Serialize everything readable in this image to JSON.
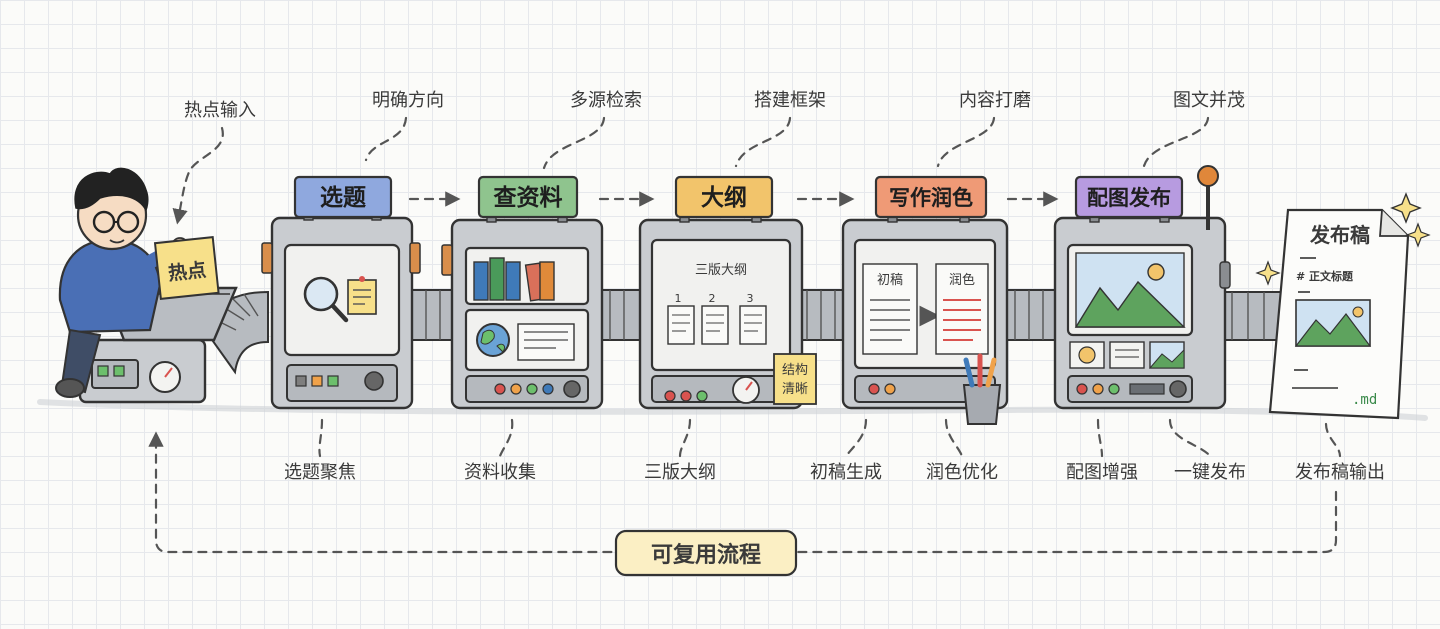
{
  "inputs": {
    "hot_input": "热点输入",
    "card": "热点"
  },
  "stages": [
    {
      "title": "选题",
      "top_label": "明确方向",
      "bottom_label": "选题聚焦",
      "color": "#8fa8de"
    },
    {
      "title": "查资料",
      "top_label": "多源检索",
      "bottom_label": "资料收集",
      "color": "#8fc48e"
    },
    {
      "title": "大纲",
      "top_label": "搭建框架",
      "bottom_label": "三版大纲",
      "color": "#f2c46b"
    },
    {
      "title": "写作润色",
      "top_label": "内容打磨",
      "bottom_label": "初稿生成",
      "bottom_label_2": "润色优化",
      "color": "#ef9a76"
    },
    {
      "title": "配图发布",
      "top_label": "图文并茂",
      "bottom_label": "配图增强",
      "bottom_label_2": "一键发布",
      "color": "#b79be0"
    }
  ],
  "screens": {
    "outline_title": "三版大纲",
    "outline_nums": [
      "1",
      "2",
      "3"
    ],
    "sticky_note": [
      "结构",
      "清晰"
    ],
    "draft": "初稿",
    "polish": "润色"
  },
  "output": {
    "doc_title": "发布稿",
    "doc_heading": "# 正文标题",
    "doc_ext": ".md",
    "label": "发布稿输出"
  },
  "loop_label": "可复用流程",
  "colors": {
    "machine": "#c9ccd0",
    "accent_red": "#d9534f",
    "sticky": "#f7e08a",
    "loop_badge": "#fbefc4"
  }
}
